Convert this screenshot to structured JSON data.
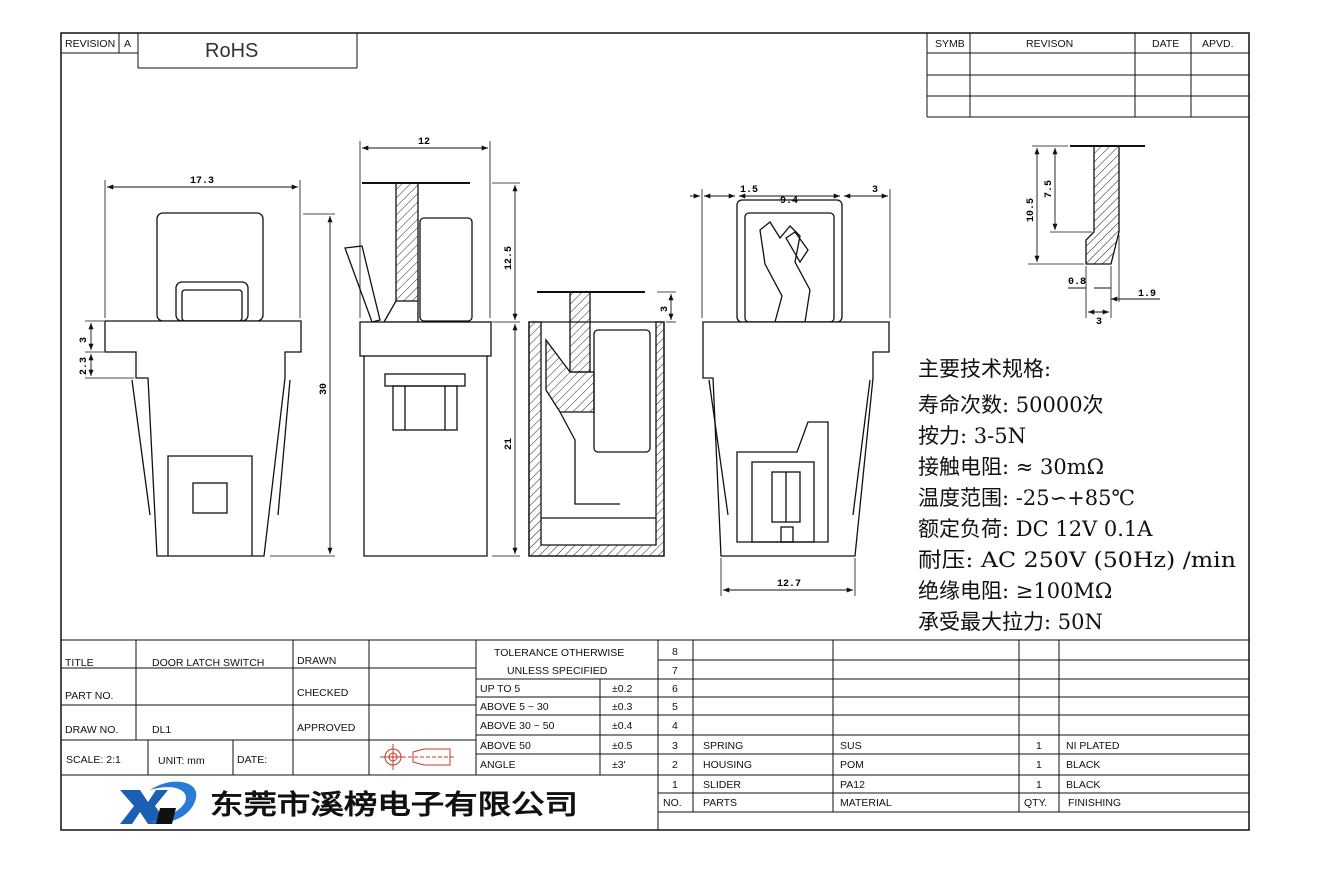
{
  "header": {
    "revision_label": "REVISION",
    "revision_value": "A",
    "rohs": "RoHS",
    "rev_table": {
      "symb": "SYMB",
      "revision": "REVISON",
      "date": "DATE",
      "apvd": "APVD."
    }
  },
  "dimensions": {
    "d17_3": "17.3",
    "d12": "12",
    "d12_5": "12.5",
    "d30": "30",
    "d21": "21",
    "d3_side": "3",
    "d3_left": "3",
    "d2_3": "2.3",
    "d1_5": "1.5",
    "d9_4": "9.4",
    "d3_right": "3",
    "d12_7": "12.7",
    "d10_5": "10.5",
    "d7_5": "7.5",
    "d0_8": "0.8",
    "d1_9": "1.9",
    "d3_detail": "3"
  },
  "specs": {
    "heading": "主要技术规格:",
    "lines": [
      "寿命次数: 50000次",
      "按力: 3-5N",
      "接触电阻: ≈ 30mΩ",
      "温度范围: -25∽+85℃",
      "额定负荷: DC 12V 0.1A",
      "耐压: AC 250V (50Hz) /min",
      "绝缘电阻: ≥100MΩ",
      "承受最大拉力: 50N"
    ]
  },
  "title_block": {
    "title_label": "TITLE",
    "title_value": "DOOR LATCH SWITCH",
    "part_no_label": "PART NO.",
    "draw_no_label": "DRAW NO.",
    "draw_no_value": "DL1",
    "scale_label": "SCALE: 2:1",
    "unit_label": "UNIT: mm",
    "date_label": "DATE:",
    "drawn_label": "DRAWN",
    "checked_label": "CHECKED",
    "approved_label": "APPROVED",
    "company": "东莞市溪榜电子有限公司",
    "tolerance": {
      "header1": "TOLERANCE OTHERWISE",
      "header2": "UNLESS SPECIFIED",
      "rows": [
        {
          "range": "UP TO 5",
          "value": "±0.2"
        },
        {
          "range": "ABOVE 5 ~ 30",
          "value": "±0.3"
        },
        {
          "range": "ABOVE 30 ~ 50",
          "value": "±0.4"
        },
        {
          "range": "ABOVE 50",
          "value": "±0.5"
        },
        {
          "range": "ANGLE",
          "value": "±3'"
        }
      ]
    },
    "bom": {
      "row_numbers": [
        "8",
        "7",
        "6",
        "5",
        "4"
      ],
      "items": [
        {
          "no": "3",
          "part": "SPRING",
          "material": "SUS",
          "qty": "1",
          "finishing": "NI PLATED"
        },
        {
          "no": "2",
          "part": "HOUSING",
          "material": "POM",
          "qty": "1",
          "finishing": "BLACK"
        },
        {
          "no": "1",
          "part": "SLIDER",
          "material": "PA12",
          "qty": "1",
          "finishing": "BLACK"
        }
      ],
      "header": {
        "no": "NO.",
        "parts": "PARTS",
        "material": "MATERIAL",
        "qty": "QTY.",
        "finishing": "FINISHING"
      }
    }
  }
}
